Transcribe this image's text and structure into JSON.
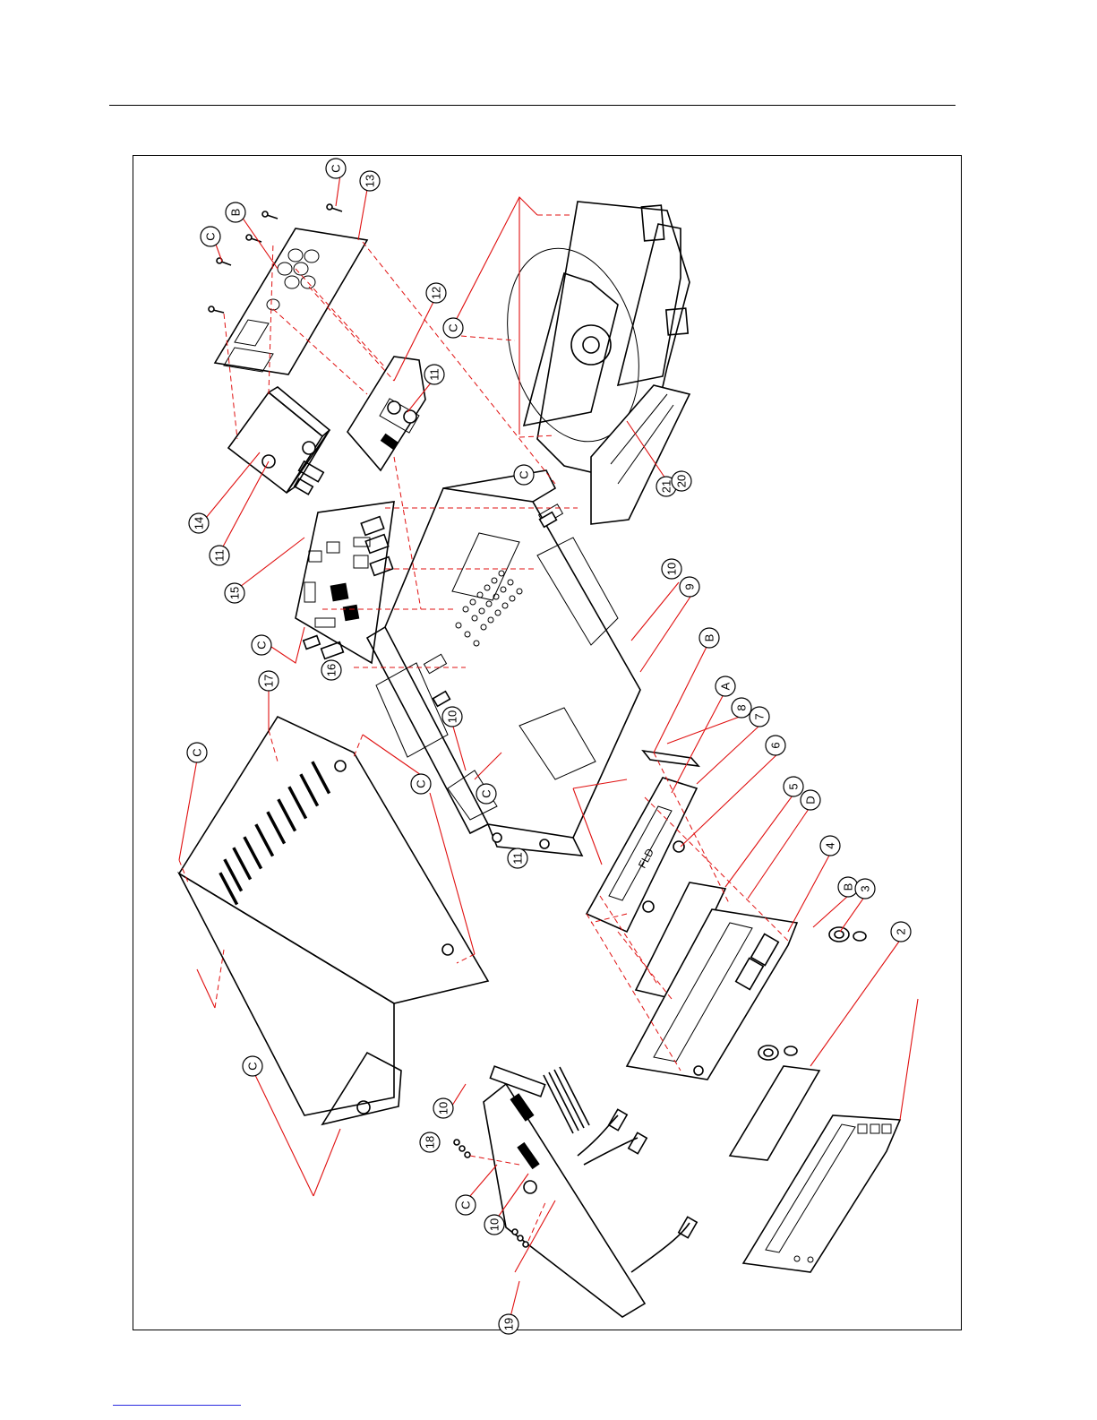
{
  "callouts": [
    {
      "id": "c-C-top",
      "label": "C"
    },
    {
      "id": "c-13",
      "label": "13"
    },
    {
      "id": "c-B-top",
      "label": "B"
    },
    {
      "id": "c-C-topleft",
      "label": "C"
    },
    {
      "id": "c-12",
      "label": "12"
    },
    {
      "id": "c-11-a",
      "label": "11"
    },
    {
      "id": "c-C-drive",
      "label": "C"
    },
    {
      "id": "c-14",
      "label": "14"
    },
    {
      "id": "c-11-b",
      "label": "11"
    },
    {
      "id": "c-15",
      "label": "15"
    },
    {
      "id": "c-C-chassis",
      "label": "C"
    },
    {
      "id": "c-21",
      "label": "21"
    },
    {
      "id": "c-20",
      "label": "20"
    },
    {
      "id": "c-10-a",
      "label": "10"
    },
    {
      "id": "c-9",
      "label": "9"
    },
    {
      "id": "c-B-mid",
      "label": "B"
    },
    {
      "id": "c-A",
      "label": "A"
    },
    {
      "id": "c-8",
      "label": "8"
    },
    {
      "id": "c-7",
      "label": "7"
    },
    {
      "id": "c-6",
      "label": "6"
    },
    {
      "id": "c-5",
      "label": "5"
    },
    {
      "id": "c-D",
      "label": "D"
    },
    {
      "id": "c-4",
      "label": "4"
    },
    {
      "id": "c-B-low",
      "label": "B"
    },
    {
      "id": "c-3",
      "label": "3"
    },
    {
      "id": "c-2",
      "label": "2"
    },
    {
      "id": "c-17",
      "label": "17"
    },
    {
      "id": "c-C-cover",
      "label": "C"
    },
    {
      "id": "c-C-cover-r",
      "label": "C"
    },
    {
      "id": "c-16",
      "label": "16"
    },
    {
      "id": "c-C-board",
      "label": "C"
    },
    {
      "id": "c-10-b",
      "label": "10"
    },
    {
      "id": "c-C-inner",
      "label": "C"
    },
    {
      "id": "c-11-c",
      "label": "11"
    },
    {
      "id": "c-C-cover-b",
      "label": "C"
    },
    {
      "id": "c-18",
      "label": "18"
    },
    {
      "id": "c-10-c",
      "label": "10"
    },
    {
      "id": "c-C-psu",
      "label": "C"
    },
    {
      "id": "c-10-d",
      "label": "10"
    },
    {
      "id": "c-19",
      "label": "19"
    }
  ],
  "display_label": "FLD",
  "colors": {
    "line": "#000000",
    "leader": "#e01010",
    "link": "#2a2ae0"
  }
}
